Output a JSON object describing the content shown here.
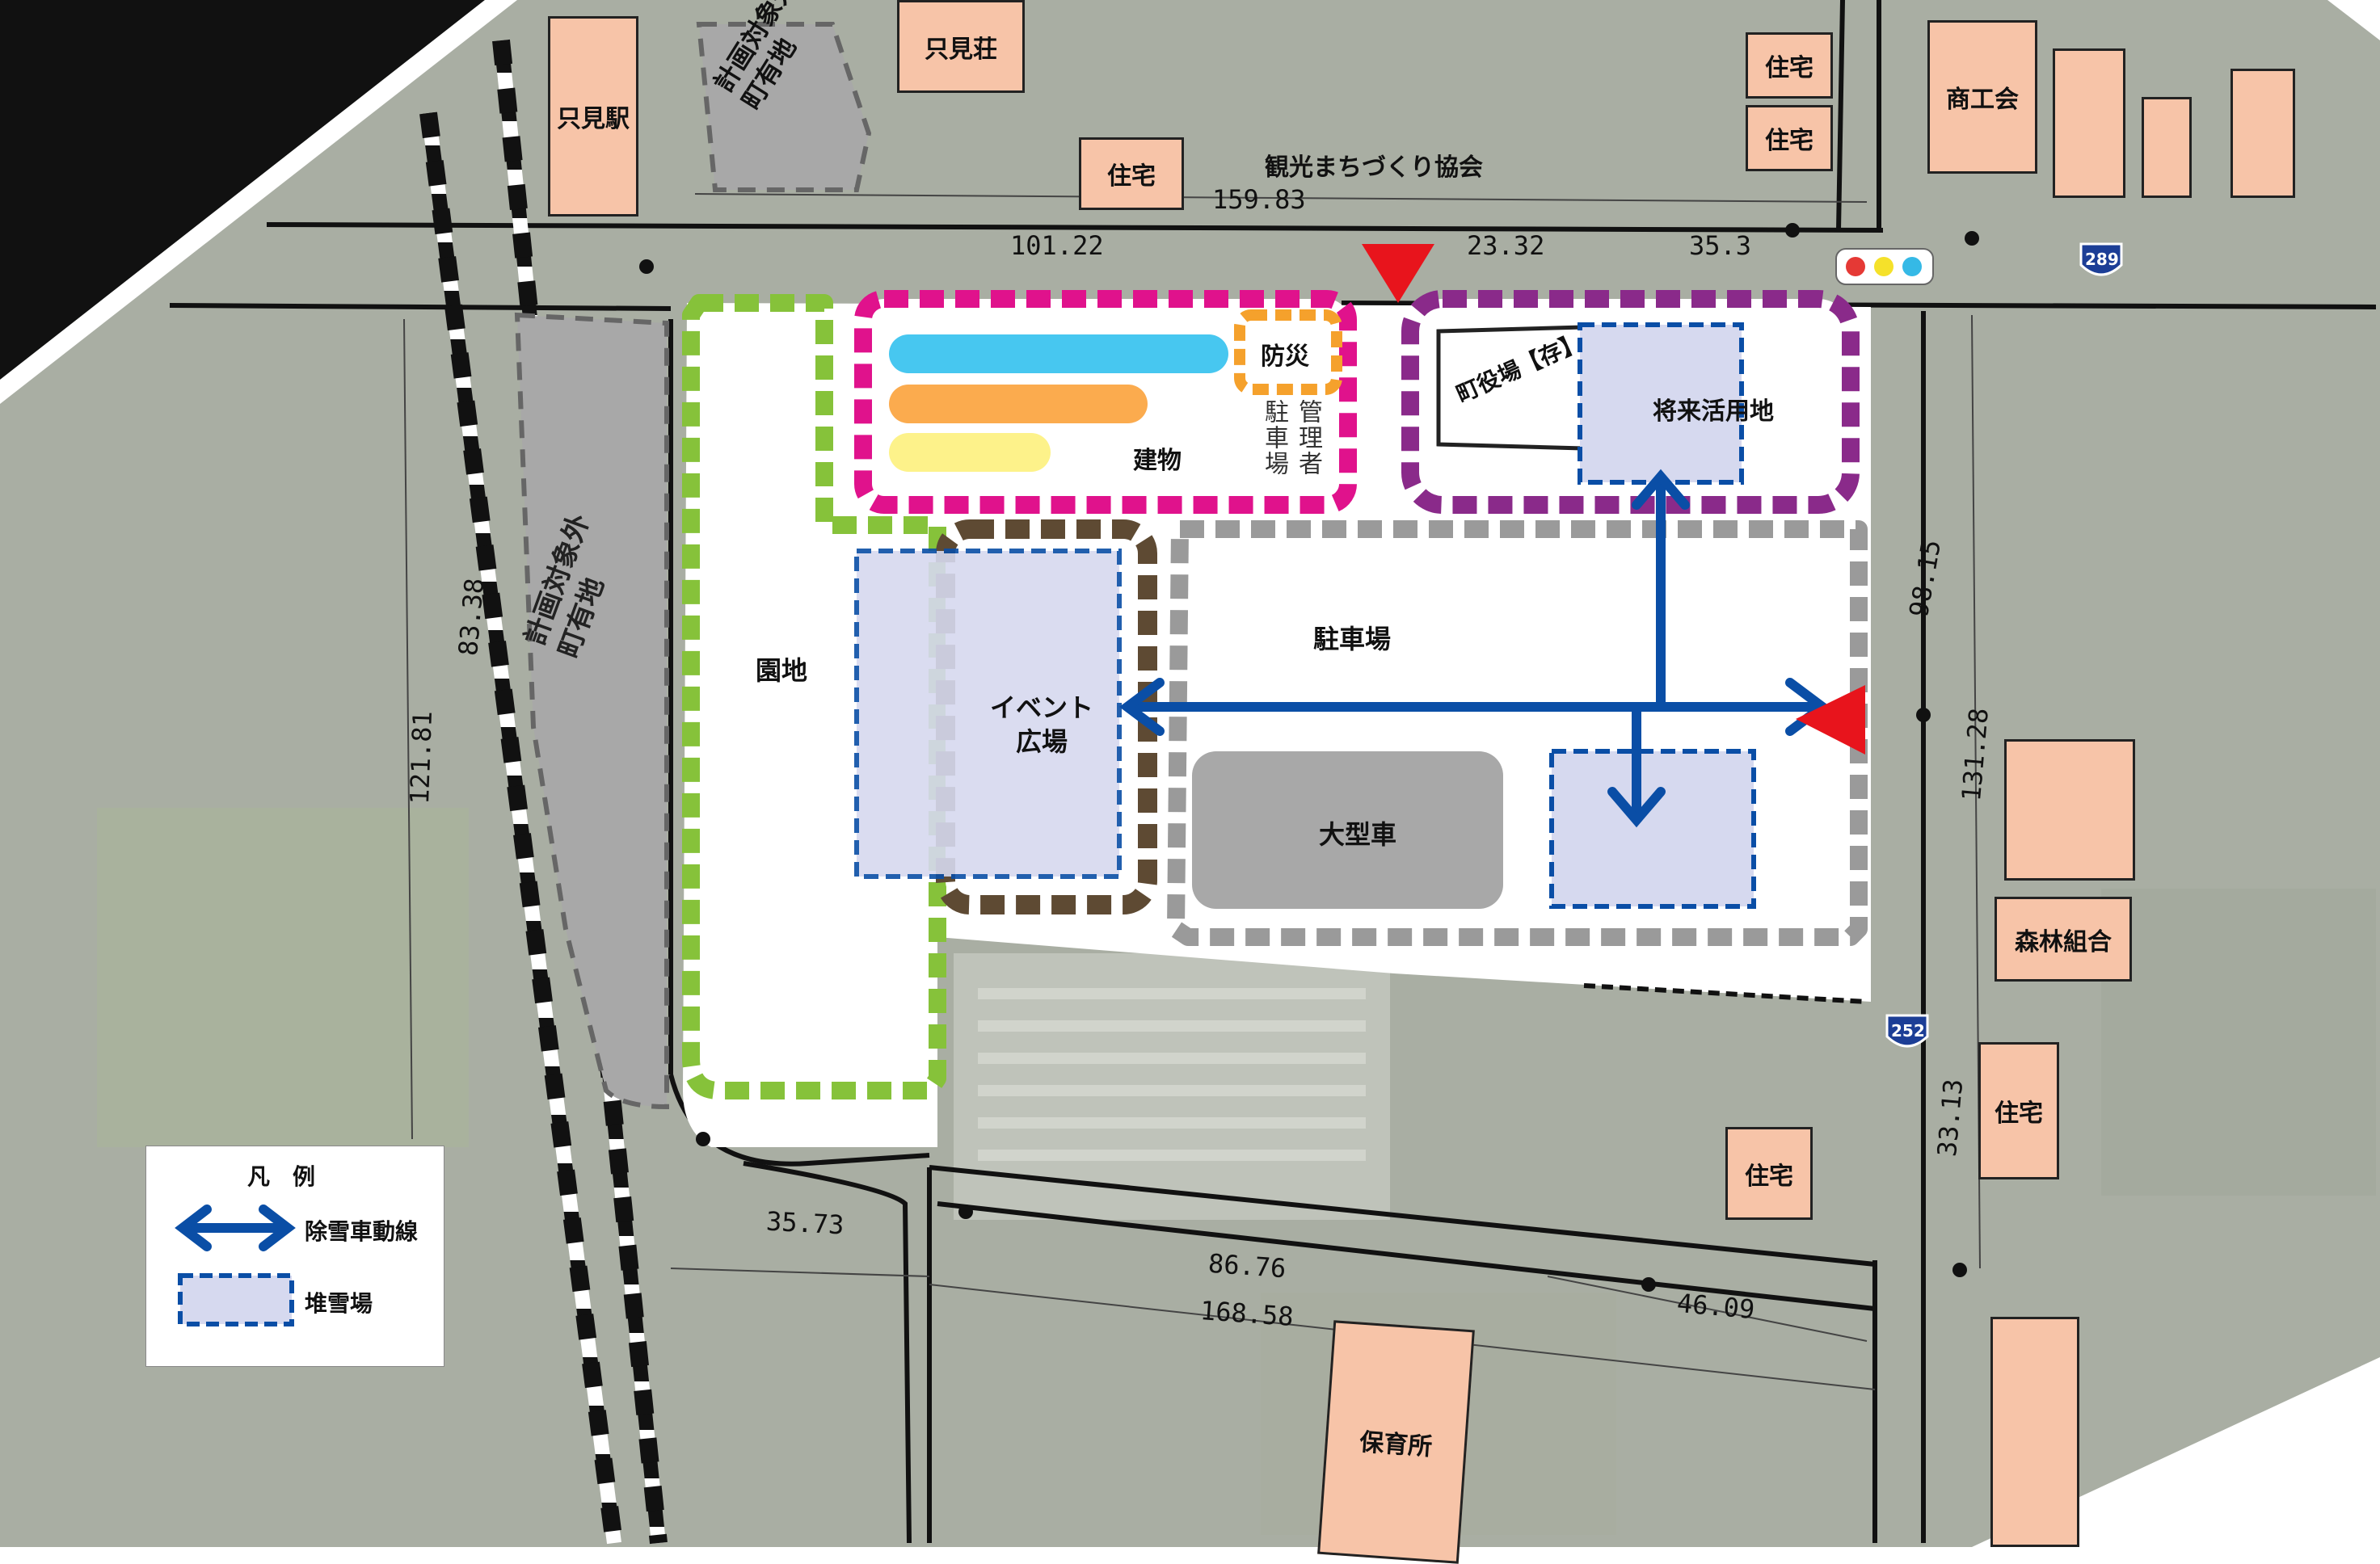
{
  "labels": {
    "tadami_station": "只見駅",
    "tadamiso": "只見荘",
    "jutaku": "住宅",
    "shokokai": "商工会",
    "kanko": "観光まちづくり協会",
    "keikaku_gai": "計画対象外",
    "choyuchi": "町有地",
    "kanrisha": "管理者",
    "chushajo_v": "駐車場",
    "bosai": "防災",
    "tatemono": "建物",
    "yakuba": "町役場【存】",
    "shorai": "将来活用地",
    "chushajo": "駐車場",
    "enchi": "園地",
    "event": "イベント",
    "hiroba": "広場",
    "ogata": "大型車",
    "shinrin": "森林組合",
    "hoikusho": "保育所"
  },
  "dimensions": {
    "d1": "159.83",
    "d2": "101.22",
    "d3": "23.32",
    "d4": "35.3",
    "d5": "98.15",
    "d6": "131.28",
    "d7": "33.13",
    "d8": "83.38",
    "d9": "121.81",
    "d10": "35.73",
    "d11": "86.76",
    "d12": "168.58",
    "d13": "46.09"
  },
  "routes": {
    "r289": "289",
    "r252": "252"
  },
  "legend": {
    "title": "凡　例",
    "route": "除雪車動線",
    "storage": "堆雪場"
  },
  "colors": {
    "route_blue": "#0a4ea6",
    "storage_fill": "#d6d9ef",
    "green_zone": "#86c23a",
    "magenta_zone": "#e0128c",
    "purple_zone": "#8a2a8a",
    "brown_zone": "#5e4a33",
    "gray_zone": "#9a9a9a",
    "building_fill": "#f7c4a8",
    "entrance_red": "#e8141c"
  }
}
